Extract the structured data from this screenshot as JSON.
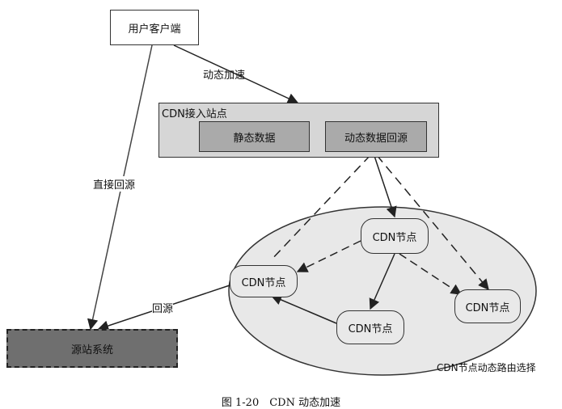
{
  "diagram": {
    "client": "用户客户端",
    "label_dynamic_accel": "动态加速",
    "access_site_title": "CDN接入站点",
    "static_data": "静态数据",
    "dynamic_origin": "动态数据回源",
    "label_direct_origin": "直接回源",
    "label_back_origin": "回源",
    "origin_system": "源站系统",
    "cdn_node": "CDN节点",
    "routing_label": "CDN节点动态路由选择"
  },
  "caption": "图 1-20　CDN 动态加速"
}
